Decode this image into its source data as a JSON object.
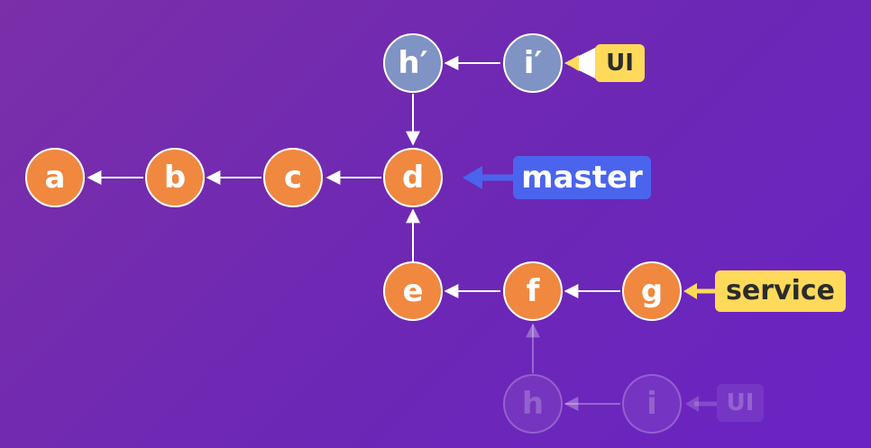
{
  "commits": {
    "a": "a",
    "b": "b",
    "c": "c",
    "d": "d",
    "e": "e",
    "f": "f",
    "g": "g",
    "h_prime": "h′",
    "i_prime": "i′",
    "h_old": "h",
    "i_old": "i"
  },
  "branches": {
    "master": "master",
    "service": "service",
    "ui": "UI",
    "ui_old": "UI"
  },
  "colors": {
    "commit": "#f08840",
    "rebased_commit": "#7f93c4",
    "branch_label": "#ffd95a",
    "current_branch": "#4a64ee"
  }
}
